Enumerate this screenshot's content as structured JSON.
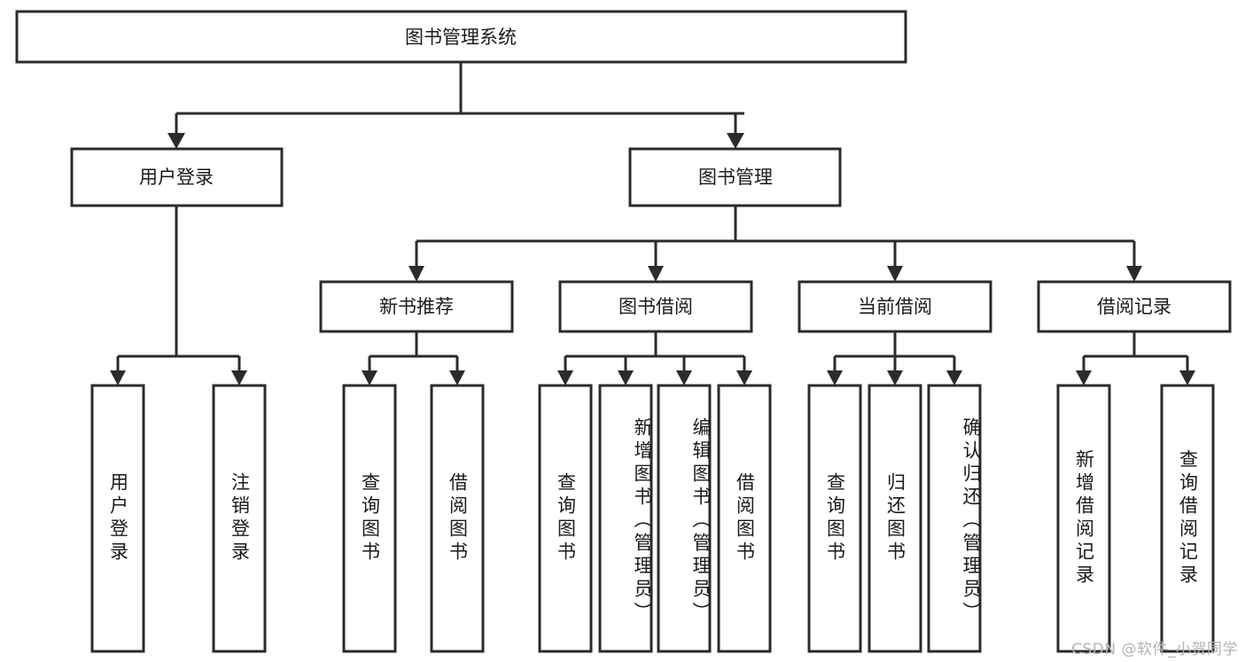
{
  "diagram": {
    "type": "tree",
    "title": "图书管理系统",
    "root": {
      "id": "root",
      "label": "图书管理系统",
      "orientation": "horizontal"
    },
    "level2": [
      {
        "id": "user-login",
        "label": "用户登录",
        "orientation": "horizontal"
      },
      {
        "id": "book-management",
        "label": "图书管理",
        "orientation": "horizontal"
      }
    ],
    "level3": [
      {
        "id": "new-book-recommend",
        "label": "新书推荐",
        "orientation": "horizontal",
        "parent": "book-management"
      },
      {
        "id": "book-borrow",
        "label": "图书借阅",
        "orientation": "horizontal",
        "parent": "book-management"
      },
      {
        "id": "current-borrow",
        "label": "当前借阅",
        "orientation": "horizontal",
        "parent": "book-management"
      },
      {
        "id": "borrow-record",
        "label": "借阅记录",
        "orientation": "horizontal",
        "parent": "book-management"
      }
    ],
    "leaves": [
      {
        "id": "leaf-user-login",
        "label": "用户登录",
        "orientation": "vertical",
        "parent": "user-login"
      },
      {
        "id": "leaf-logout",
        "label": "注销登录",
        "orientation": "vertical",
        "parent": "user-login"
      },
      {
        "id": "leaf-query-book-1",
        "label": "查询图书",
        "orientation": "vertical",
        "parent": "new-book-recommend"
      },
      {
        "id": "leaf-borrow-book-1",
        "label": "借阅图书",
        "orientation": "vertical",
        "parent": "new-book-recommend"
      },
      {
        "id": "leaf-query-book-2",
        "label": "查询图书",
        "orientation": "vertical",
        "parent": "book-borrow"
      },
      {
        "id": "leaf-add-book",
        "label": "新增图书（管理员）",
        "orientation": "vertical",
        "parent": "book-borrow"
      },
      {
        "id": "leaf-edit-book",
        "label": "编辑图书（管理员）",
        "orientation": "vertical",
        "parent": "book-borrow"
      },
      {
        "id": "leaf-borrow-book-2",
        "label": "借阅图书",
        "orientation": "vertical",
        "parent": "book-borrow"
      },
      {
        "id": "leaf-query-book-3",
        "label": "查询图书",
        "orientation": "vertical",
        "parent": "current-borrow"
      },
      {
        "id": "leaf-return-book",
        "label": "归还图书",
        "orientation": "vertical",
        "parent": "current-borrow"
      },
      {
        "id": "leaf-confirm-return",
        "label": "确认归还（管理员）",
        "orientation": "vertical",
        "parent": "current-borrow"
      },
      {
        "id": "leaf-add-record",
        "label": "新增借阅记录",
        "orientation": "vertical",
        "parent": "borrow-record"
      },
      {
        "id": "leaf-query-record",
        "label": "查询借阅记录",
        "orientation": "vertical",
        "parent": "borrow-record"
      }
    ],
    "colors": {
      "stroke": "#2b2b2b",
      "fill": "#ffffff",
      "text": "#1a1a1a",
      "watermark": "#b4b4b4"
    }
  },
  "watermark": {
    "text": "CSDN @软件_小贺同学"
  }
}
